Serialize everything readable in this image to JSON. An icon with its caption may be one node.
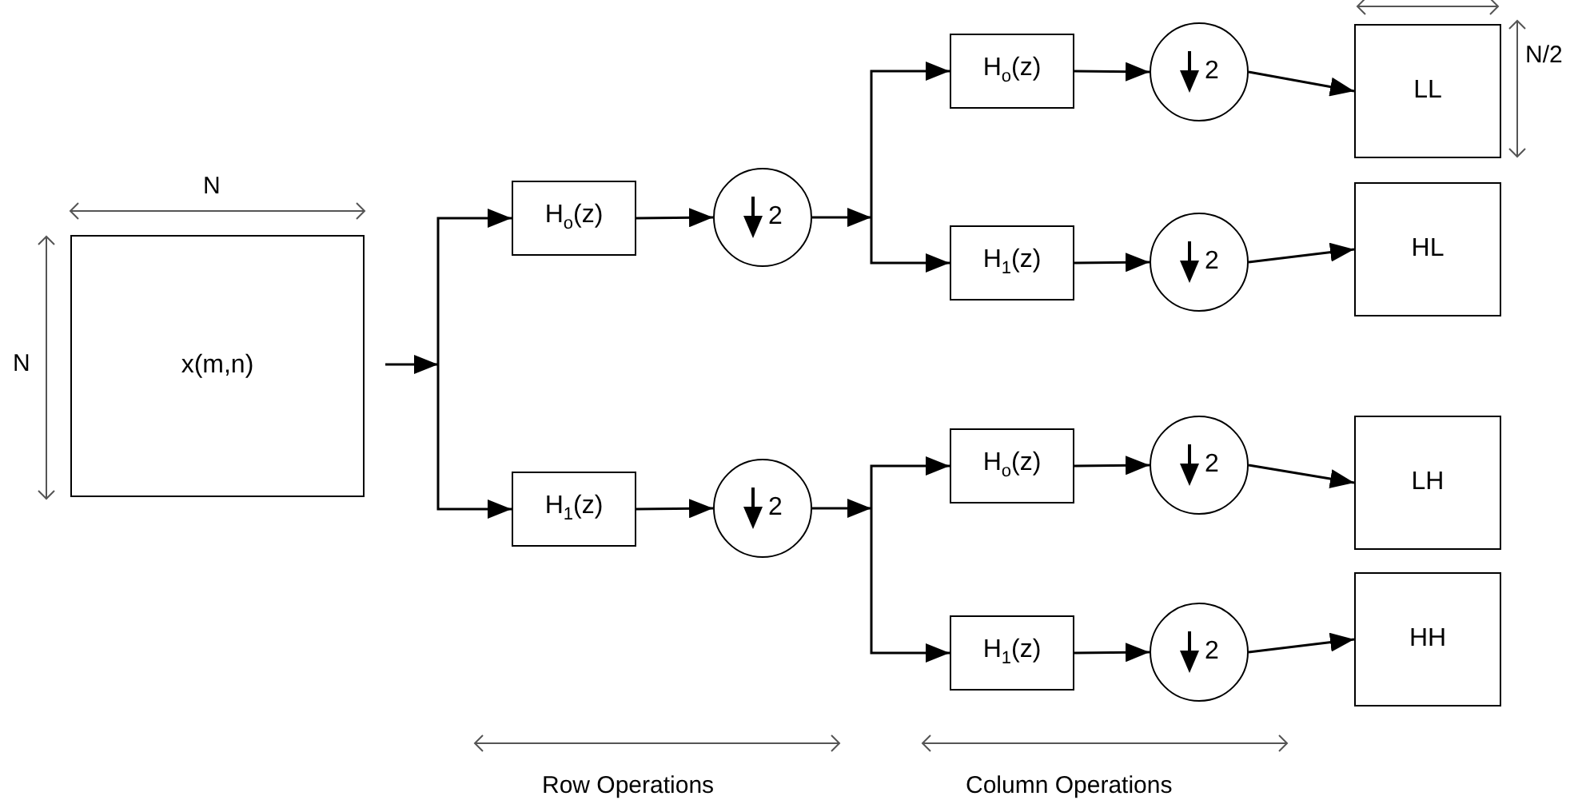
{
  "diagram": {
    "nodes": [
      {
        "text": [
          "x(m,n)"
        ]
      },
      {
        "text": [
          "H$_{o}$(z)"
        ]
      },
      {
        "text": [
          "2"
        ]
      },
      {
        "text": [
          "H$_{1}$(z)"
        ]
      },
      {
        "text": [
          "2"
        ]
      },
      {
        "text": [
          "H$_{o}$(z)"
        ]
      },
      {
        "text": [
          "2"
        ]
      },
      {
        "text": [
          "LL"
        ]
      },
      {
        "text": [
          "H$_{1}$(z)"
        ]
      },
      {
        "text": [
          "2"
        ]
      },
      {
        "text": [
          "HL"
        ]
      },
      {
        "text": [
          "H$_{o}$(z)"
        ]
      },
      {
        "text": [
          "2"
        ]
      },
      {
        "text": [
          "LH"
        ]
      },
      {
        "text": [
          "H$_{1}$(z)"
        ]
      },
      {
        "text": [
          "2"
        ]
      },
      {
        "text": [
          "HH"
        ]
      }
    ],
    "edges": [
      {
        "from": null,
        "to": 1,
        "arrow": "to"
      },
      {
        "from": null,
        "to": 3,
        "arrow": "to"
      },
      {
        "from": 1,
        "to": 2,
        "arrow": "to"
      },
      {
        "from": 3,
        "to": 4,
        "arrow": "to"
      },
      {
        "from": 2,
        "to": 5,
        "arrow": "to"
      },
      {
        "from": 2,
        "to": 8,
        "arrow": "to"
      },
      {
        "from": 4,
        "to": 11,
        "arrow": "to"
      },
      {
        "from": 4,
        "to": 14,
        "arrow": "to"
      },
      {
        "from": 5,
        "to": 6,
        "arrow": "to"
      },
      {
        "from": 6,
        "to": 7,
        "arrow": "to"
      },
      {
        "from": 8,
        "to": 9,
        "arrow": "to"
      },
      {
        "from": 9,
        "to": 10,
        "arrow": "to"
      },
      {
        "from": 11,
        "to": 12,
        "arrow": "to"
      },
      {
        "from": 12,
        "to": 13,
        "arrow": "to"
      },
      {
        "from": 14,
        "to": 15,
        "arrow": "to"
      },
      {
        "from": 15,
        "to": 16,
        "arrow": "to"
      }
    ],
    "labels": [
      "N/2",
      "N",
      "N",
      "Row Operations",
      "Column Operations"
    ]
  }
}
